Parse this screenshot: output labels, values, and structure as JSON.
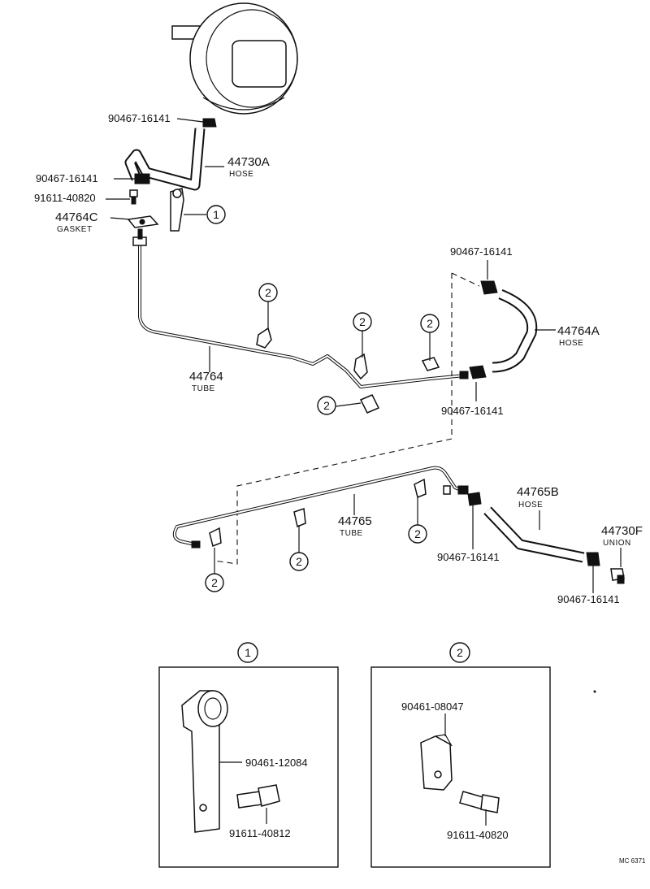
{
  "top_callouts": {
    "clamp_top": "90467-16141",
    "hose_44730a_num": "44730A",
    "hose_44730a_name": "HOSE",
    "clamp_left": "90467-16141",
    "bolt_left": "91611-40820",
    "gasket_num": "44764C",
    "gasket_name": "GASKET",
    "ref_1": "1"
  },
  "middle_callouts": {
    "clamp_upper_right": "90467-16141",
    "hose_44764a_num": "44764A",
    "hose_44764a_name": "HOSE",
    "clamp_lower_right": "90467-16141",
    "tube_44764_num": "44764",
    "tube_44764_name": "TUBE",
    "ref_2": "2"
  },
  "lower_callouts": {
    "hose_44765b_num": "44765B",
    "hose_44765b_name": "HOSE",
    "union_num": "44730F",
    "union_name": "UNION",
    "clamp_mid": "90467-16141",
    "clamp_right": "90467-16141",
    "tube_44765_num": "44765",
    "tube_44765_name": "TUBE",
    "ref_2": "2"
  },
  "detail_1": {
    "header": "1",
    "clamp_part": "90461-12084",
    "bolt_part": "91611-40812"
  },
  "detail_2": {
    "header": "2",
    "clamp_part": "90461-08047",
    "bolt_part": "91611-40820"
  },
  "catalog_code": "MC 6371"
}
